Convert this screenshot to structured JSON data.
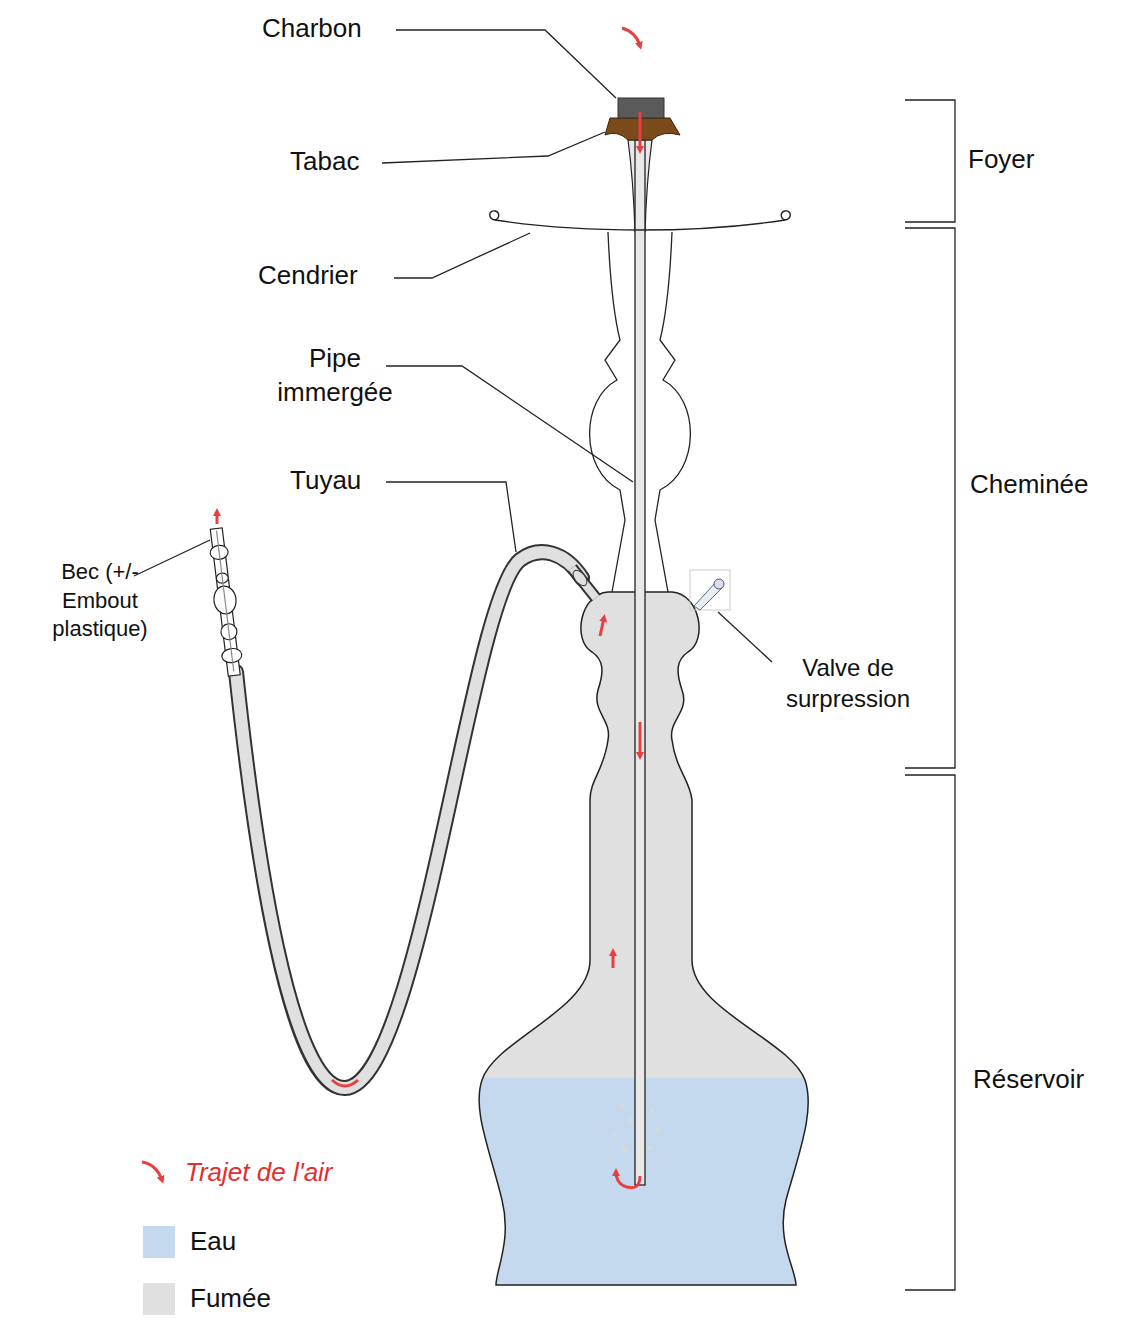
{
  "diagram": {
    "labels": [
      "Charbon",
      "Tabac",
      "Cendrier",
      "Pipe immergée",
      "Tuyau",
      "Bec (+/- Embout plastique)",
      "Valve de surpression",
      "Foyer",
      "Cheminée",
      "Réservoir"
    ],
    "legend": [
      {
        "text": "Trajet de l'air"
      },
      {
        "text": "Eau",
        "color": "#c5d9ee"
      },
      {
        "text": "Fumée",
        "color": "#e0e0e0"
      }
    ]
  }
}
